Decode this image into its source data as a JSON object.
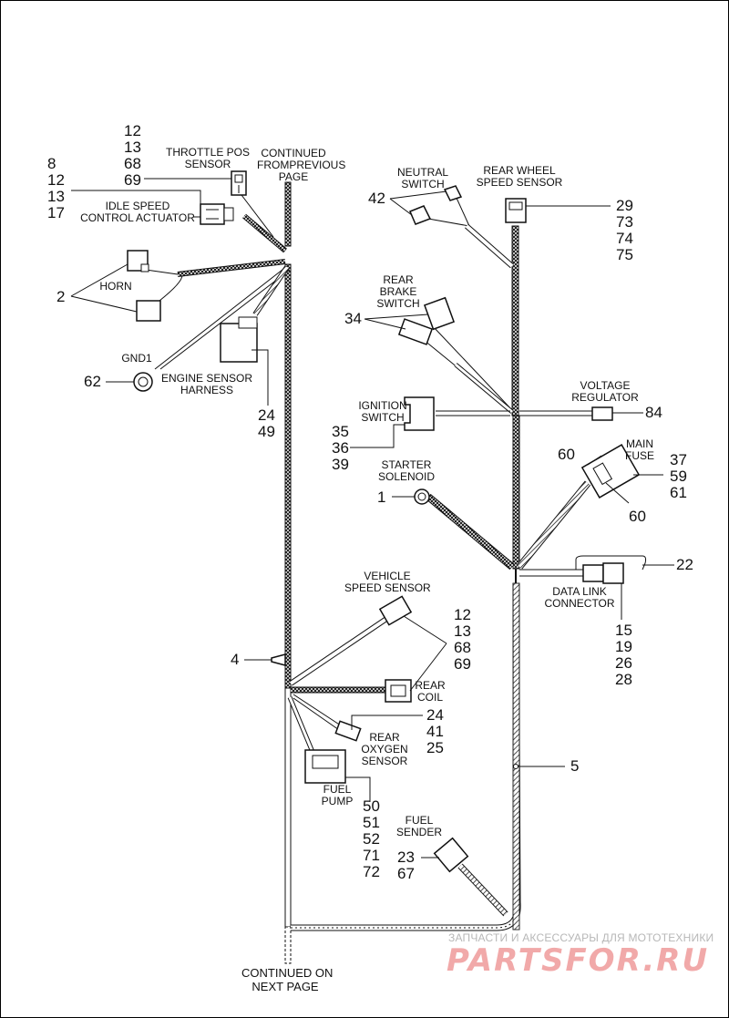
{
  "labels": {
    "continued_from": "CONTINUED\nFROMPREVIOUS\nPAGE",
    "continued_on": "CONTINUED ON\nNEXT PAGE",
    "throttle_pos": "THROTTLE POS\nSENSOR",
    "idle_speed": "IDLE SPEED\nCONTROL ACTUATOR",
    "horn": "HORN",
    "gnd1": "GND1",
    "engine_sensor": "ENGINE SENSOR\nHARNESS",
    "neutral_switch": "NEUTRAL\nSWITCH",
    "rear_wheel": "REAR WHEEL\nSPEED SENSOR",
    "rear_brake": "REAR\nBRAKE\nSWITCH",
    "ignition": "IGNITION\nSWITCH",
    "voltage_reg": "VOLTAGE\nREGULATOR",
    "main_fuse": "MAIN\nFUSE",
    "starter": "STARTER\nSOLENOID",
    "data_link": "DATA LINK\nCONNECTOR",
    "vehicle_speed": "VEHICLE\nSPEED SENSOR",
    "rear_coil": "REAR\nCOIL",
    "rear_oxygen": "REAR\nOXYGEN\nSENSOR",
    "fuel_pump": "FUEL\nPUMP",
    "fuel_sender": "FUEL\nSENDER"
  },
  "callouts": {
    "throttle": "12\n13\n68\n69",
    "idle": "8\n12\n13\n17",
    "horn": "2",
    "gnd": "62",
    "engine": "24\n49",
    "neutral": "42",
    "rear_wheel": "29\n73\n74\n75",
    "brake": "34",
    "ignition": "35\n36\n39",
    "voltage": "84",
    "fuse_left": "60",
    "fuse_right": "37\n59\n61",
    "fuse_bottom": "60",
    "starter": "1",
    "data_link_top": "22",
    "data_link_bottom": "15\n19\n26\n28",
    "vehicle_speed": "12\n13\n68\n69",
    "clip": "4",
    "rear_oxygen": "24\n41\n25",
    "main_harness": "5",
    "fuel_pump": "50\n51\n52\n71\n72",
    "fuel_sender": "23\n67"
  },
  "watermark": {
    "line1": "ЗАПЧАСТИ И АКСЕССУАРЫ ДЛЯ МОТОТЕХНИКИ",
    "line2": "PARTSFOR.RU"
  }
}
